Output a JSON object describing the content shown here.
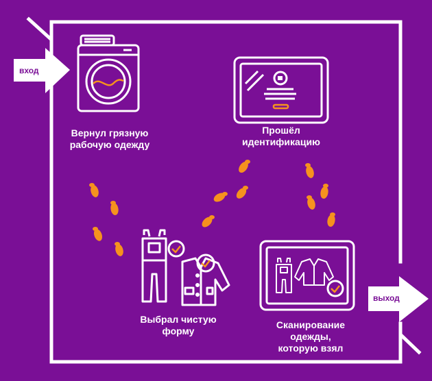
{
  "entry_label": "вход",
  "exit_label": "выход",
  "steps": [
    {
      "label": "Вернул грязную\nрабочую одежду",
      "icon": "washing-machine-icon"
    },
    {
      "label": "Прошёл\nидентификацию",
      "icon": "id-terminal-icon"
    },
    {
      "label": "Выбрал чистую\nформу",
      "icon": "clean-uniform-icon"
    },
    {
      "label": "Сканирование\nодежды,\nкоторую взял",
      "icon": "clothes-scanner-icon"
    }
  ],
  "colors": {
    "background": "#7a0f96",
    "line": "#ffffff",
    "accent": "#f6921e"
  }
}
